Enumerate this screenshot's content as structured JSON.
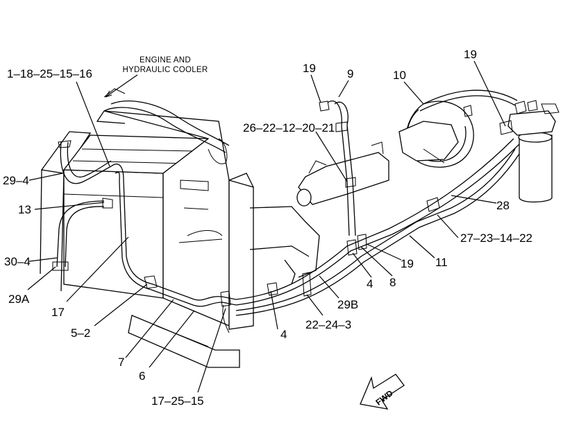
{
  "note": {
    "line1": "ENGINE AND",
    "line2": "HYDRAULIC COOLER"
  },
  "callouts": [
    {
      "id": "c1",
      "text": "1–18–25–15–16"
    },
    {
      "id": "c2",
      "text": "29–4"
    },
    {
      "id": "c3",
      "text": "13"
    },
    {
      "id": "c4",
      "text": "30–4"
    },
    {
      "id": "c5",
      "text": "29A"
    },
    {
      "id": "c6",
      "text": "17"
    },
    {
      "id": "c7",
      "text": "5–2"
    },
    {
      "id": "c8",
      "text": "7"
    },
    {
      "id": "c9",
      "text": "6"
    },
    {
      "id": "c10",
      "text": "17–25–15"
    },
    {
      "id": "c11",
      "text": "4"
    },
    {
      "id": "c12",
      "text": "22–24–3"
    },
    {
      "id": "c13",
      "text": "29B"
    },
    {
      "id": "c14",
      "text": "4"
    },
    {
      "id": "c15",
      "text": "8"
    },
    {
      "id": "c16",
      "text": "19"
    },
    {
      "id": "c17",
      "text": "11"
    },
    {
      "id": "c18",
      "text": "27–23–14–22"
    },
    {
      "id": "c19",
      "text": "28"
    },
    {
      "id": "c20",
      "text": "19"
    },
    {
      "id": "c21",
      "text": "10"
    },
    {
      "id": "c22",
      "text": "9"
    },
    {
      "id": "c23",
      "text": "19"
    },
    {
      "id": "c24",
      "text": "26–22–12–20–21"
    }
  ],
  "direction_arrow": {
    "text": "FWD"
  }
}
